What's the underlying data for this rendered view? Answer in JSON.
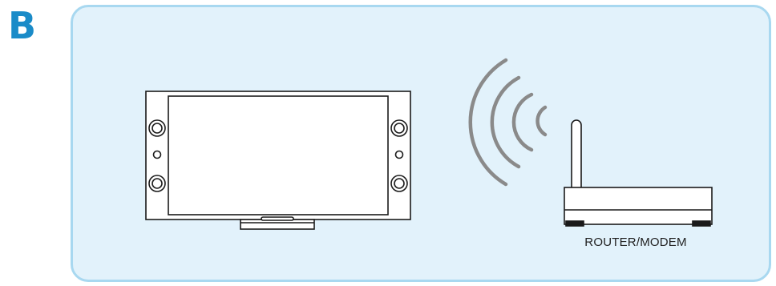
{
  "panel": {
    "letter": "B",
    "accent_color": "#1a8bc8",
    "background_color": "#e2f2fb",
    "border_color": "#a8d8f0"
  },
  "devices": {
    "tv": {
      "icon": "tv-icon"
    },
    "router": {
      "icon": "router-icon",
      "label": "ROUTER/MODEM"
    },
    "wireless_signal": {
      "icon": "wifi-signal-icon",
      "wave_count": 4,
      "color": "#8a8a8a"
    }
  }
}
